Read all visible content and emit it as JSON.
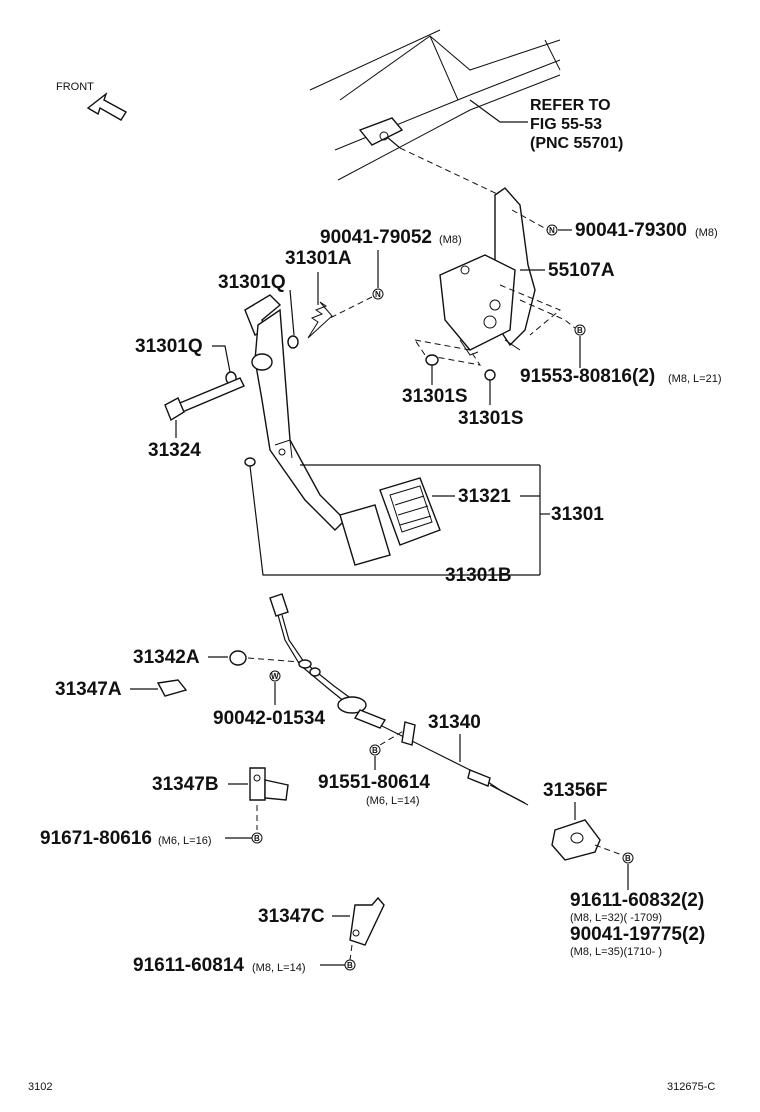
{
  "front_label": "FRONT",
  "refer": {
    "line1": "REFER TO",
    "line2": "FIG 55-53",
    "line3": "(PNC 55701)"
  },
  "markers": {
    "n": "N",
    "b": "B",
    "w": "W"
  },
  "parts": {
    "p90041_79052": {
      "num": "90041-79052",
      "spec": "(M8)"
    },
    "p90041_79300": {
      "num": "90041-79300",
      "spec": "(M8)"
    },
    "p31301A": "31301A",
    "p31301Q_top": "31301Q",
    "p55107A": "55107A",
    "p31301Q_left": "31301Q",
    "p91553_80816": {
      "num": "91553-80816(2)",
      "spec": "(M8, L=21)"
    },
    "p31301S_a": "31301S",
    "p31301S_b": "31301S",
    "p31324": "31324",
    "p31321": "31321",
    "p31301": "31301",
    "p31301B": "31301B",
    "p31342A": "31342A",
    "p31347A": "31347A",
    "p90042_01534": "90042-01534",
    "p31340": "31340",
    "p91551_80614": {
      "num": "91551-80614",
      "spec": "(M6, L=14)"
    },
    "p31347B": "31347B",
    "p31356F": "31356F",
    "p91671_80616": {
      "num": "91671-80616",
      "spec": "(M6, L=16)"
    },
    "p91611_60832": {
      "num": "91611-60832(2)",
      "spec": "(M8, L=32)(      -1709)"
    },
    "p90041_19775": {
      "num": "90041-19775(2)",
      "spec": "(M8, L=35)(1710-      )"
    },
    "p31347C": "31347C",
    "p91611_60814": {
      "num": "91611-60814",
      "spec": "(M8, L=14)"
    }
  },
  "footer": {
    "left": "3102",
    "right": "312675-C"
  }
}
